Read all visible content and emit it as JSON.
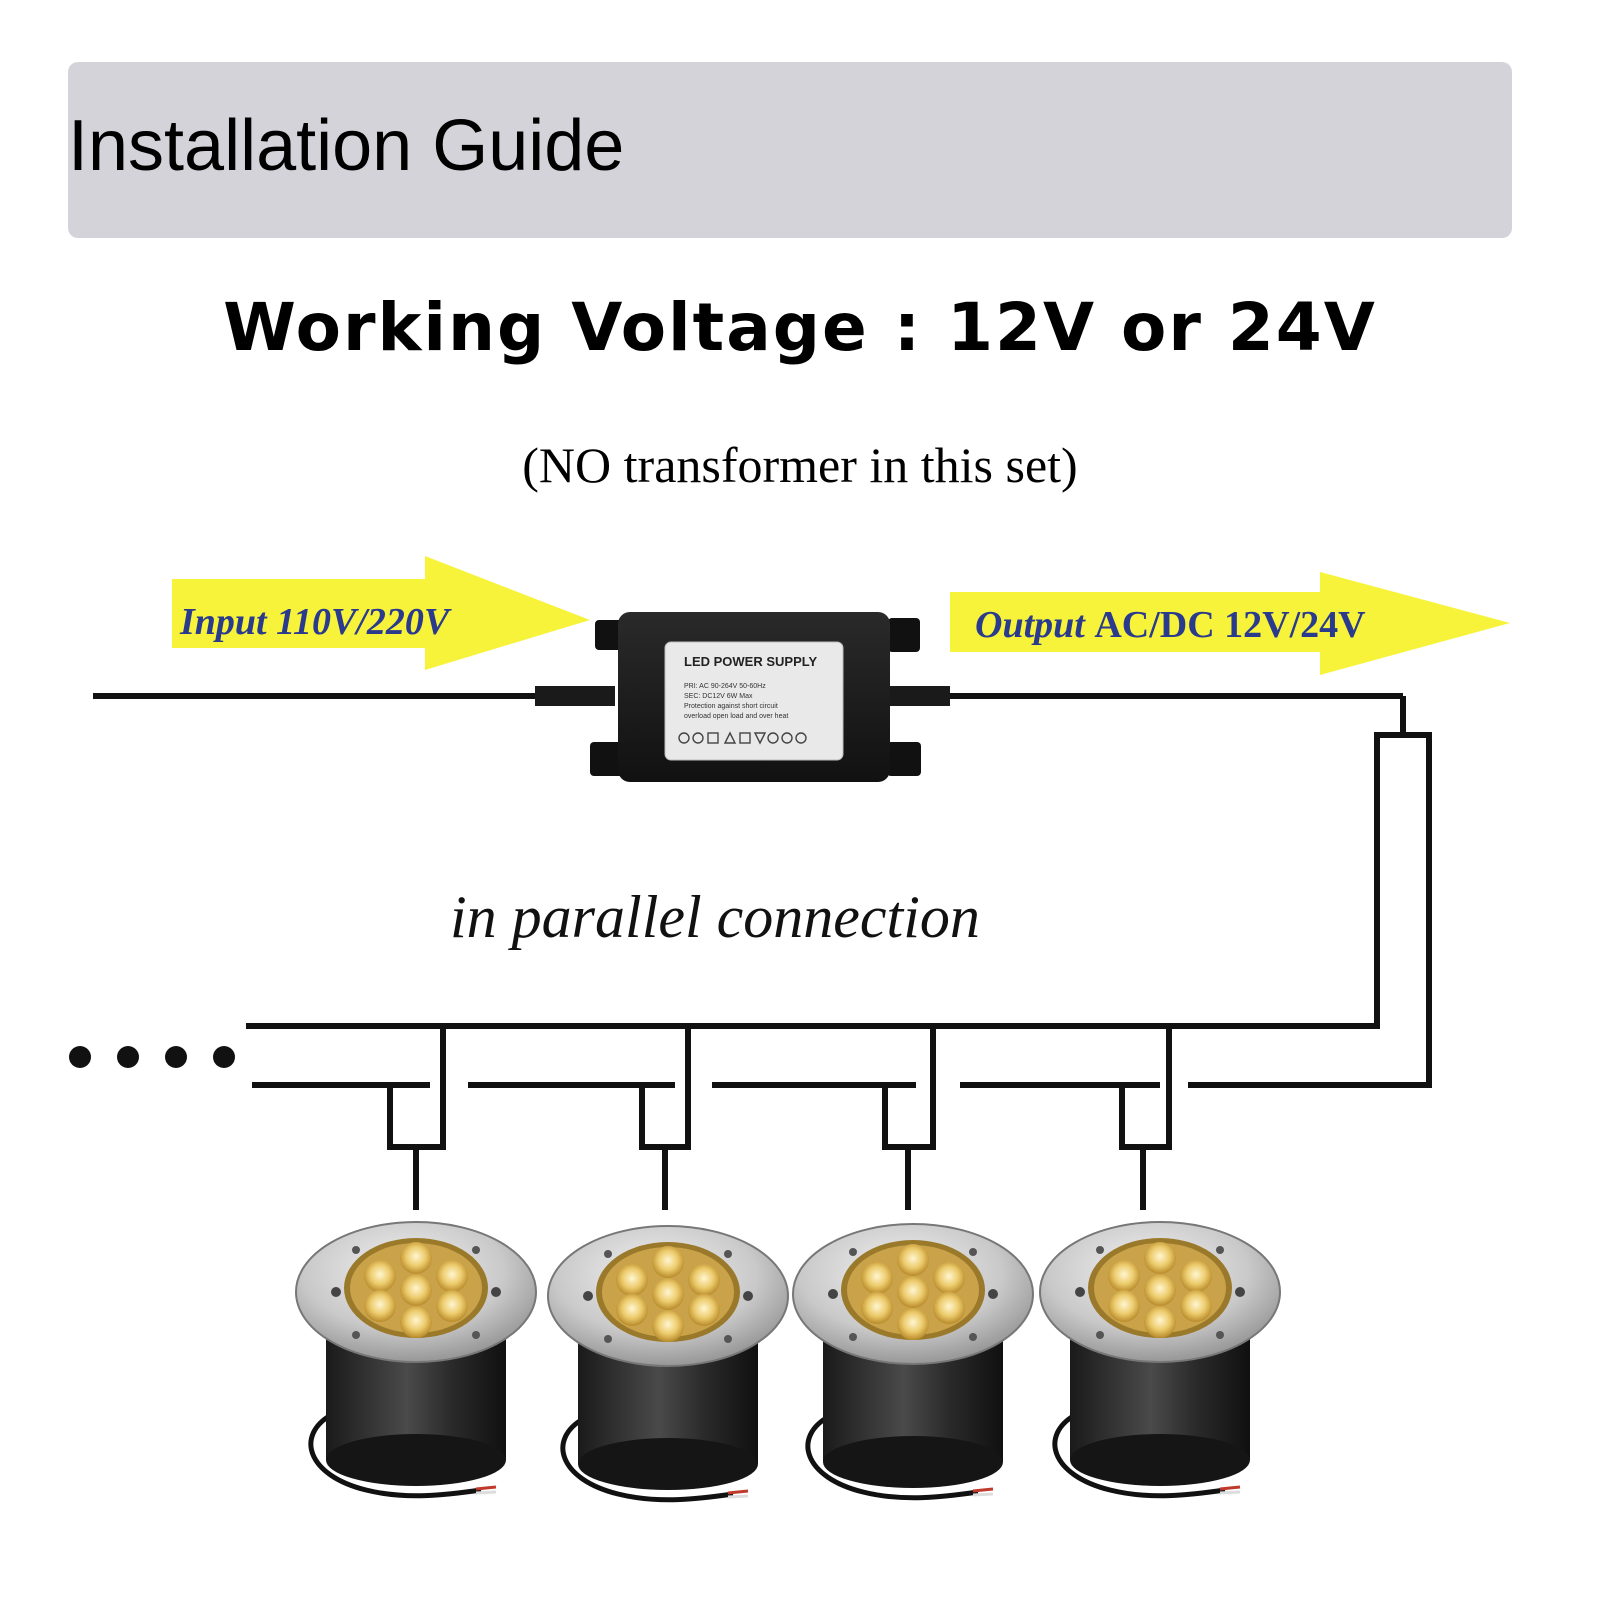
{
  "header": {
    "title": "Installation Guide"
  },
  "voltage": {
    "title": "Working Voltage : 12V or 24V"
  },
  "note": "(NO transformer in this set)",
  "input_arrow": {
    "label": "Input 110V/220V"
  },
  "output_arrow": {
    "label_a": "Output ",
    "label_b": "AC/DC 12V/24V"
  },
  "power_supply": {
    "label": "LED POWER SUPPLY",
    "line1": "PRI: AC 90-264V  50-60Hz",
    "line2": "SEC: DC12V        6W Max",
    "line3": "Protection against short circuit",
    "line4": "overload open load and over heat"
  },
  "connection": {
    "label": "in parallel connection"
  },
  "colors": {
    "header_bg": "#d4d3da",
    "arrow_yellow": "#f6f33a",
    "arrow_text": "#2a3a8c",
    "led_warm": "#e8c86a"
  },
  "lights": [
    {
      "icon": "led-ground-light-icon"
    },
    {
      "icon": "led-ground-light-icon"
    },
    {
      "icon": "led-ground-light-icon"
    },
    {
      "icon": "led-ground-light-icon"
    }
  ]
}
